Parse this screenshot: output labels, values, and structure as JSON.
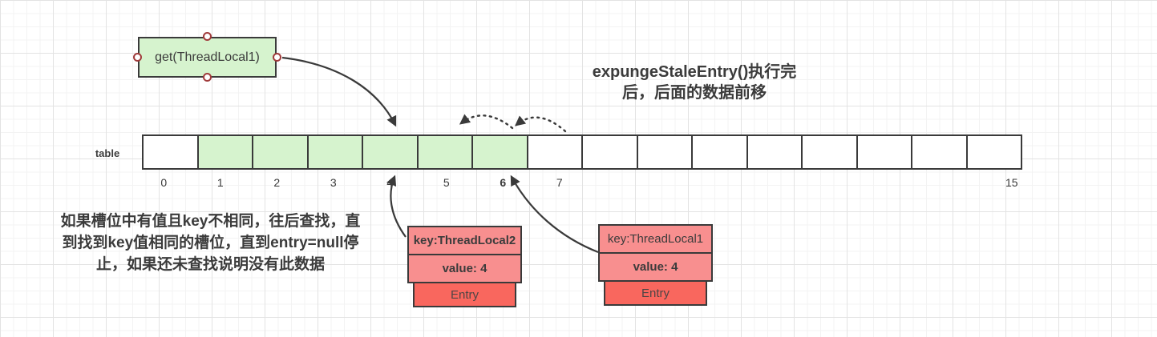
{
  "title": {
    "line1": "expungeStaleEntry()执行完",
    "line2": "后，后面的数据前移"
  },
  "note": {
    "line1": "如果槽位中有值且key不相同，往后查找，直",
    "line2": "到找到key值相同的槽位，直到entry=null停",
    "line3": "止，如果还未查找说明没有此数据"
  },
  "get_box": {
    "label": "get(ThreadLocal1)"
  },
  "table": {
    "label": "table",
    "cells": [
      {
        "index": "0",
        "filled": false,
        "bold": false
      },
      {
        "index": "1",
        "filled": true,
        "bold": false
      },
      {
        "index": "2",
        "filled": true,
        "bold": false
      },
      {
        "index": "3",
        "filled": true,
        "bold": false
      },
      {
        "index": "4",
        "filled": true,
        "bold": false
      },
      {
        "index": "5",
        "filled": true,
        "bold": false
      },
      {
        "index": "6",
        "filled": true,
        "bold": true
      },
      {
        "index": "7",
        "filled": false,
        "bold": false
      },
      {
        "index": "",
        "filled": false,
        "bold": false
      },
      {
        "index": "",
        "filled": false,
        "bold": false
      },
      {
        "index": "",
        "filled": false,
        "bold": false
      },
      {
        "index": "",
        "filled": false,
        "bold": false
      },
      {
        "index": "",
        "filled": false,
        "bold": false
      },
      {
        "index": "",
        "filled": false,
        "bold": false
      },
      {
        "index": "",
        "filled": false,
        "bold": false
      },
      {
        "index": "15",
        "filled": false,
        "bold": false
      }
    ]
  },
  "entries": [
    {
      "key": "key:ThreadLocal2",
      "value": "value: 4",
      "label": "Entry"
    },
    {
      "key": "key:ThreadLocal1",
      "value": "value: 4",
      "label": "Entry"
    }
  ],
  "colors": {
    "cell_green": "#d6f3ce",
    "entry_salmon": "#f88f8f",
    "entry_red": "#f9675e",
    "stroke": "#3a3a3a",
    "connector_ring": "#a03b3b",
    "text": "#3b3b3b"
  }
}
